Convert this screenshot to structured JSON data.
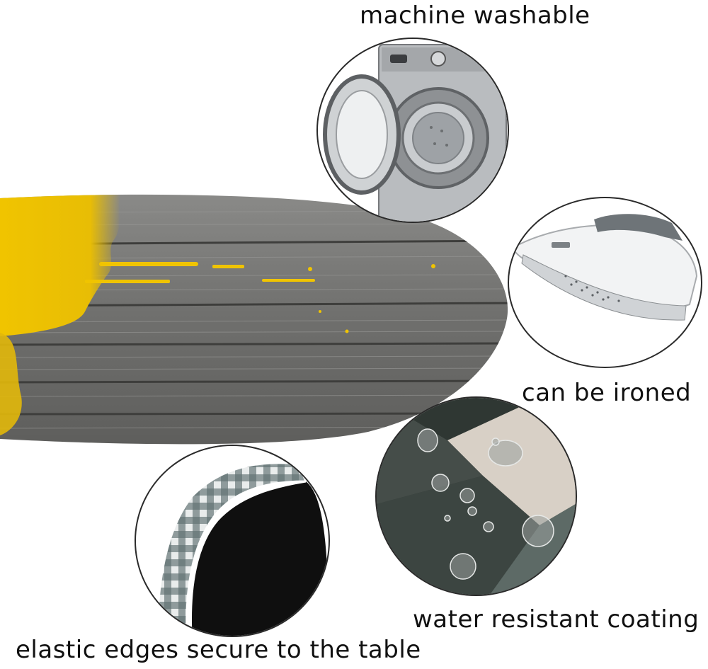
{
  "features": [
    {
      "id": "washable",
      "label": "machine washable",
      "icon": "washing-machine-icon"
    },
    {
      "id": "ironed",
      "label": "can be ironed",
      "icon": "iron-icon"
    },
    {
      "id": "water",
      "label": "water resistant coating",
      "icon": "water-drops-icon"
    },
    {
      "id": "elastic",
      "label": "elastic edges secure to the table",
      "icon": "elastic-edge-icon"
    }
  ],
  "colors": {
    "paint_yellow": "#f2c200",
    "wood_gray": "#7d7d7b",
    "wood_dark": "#4a4a48",
    "text": "#111111"
  }
}
